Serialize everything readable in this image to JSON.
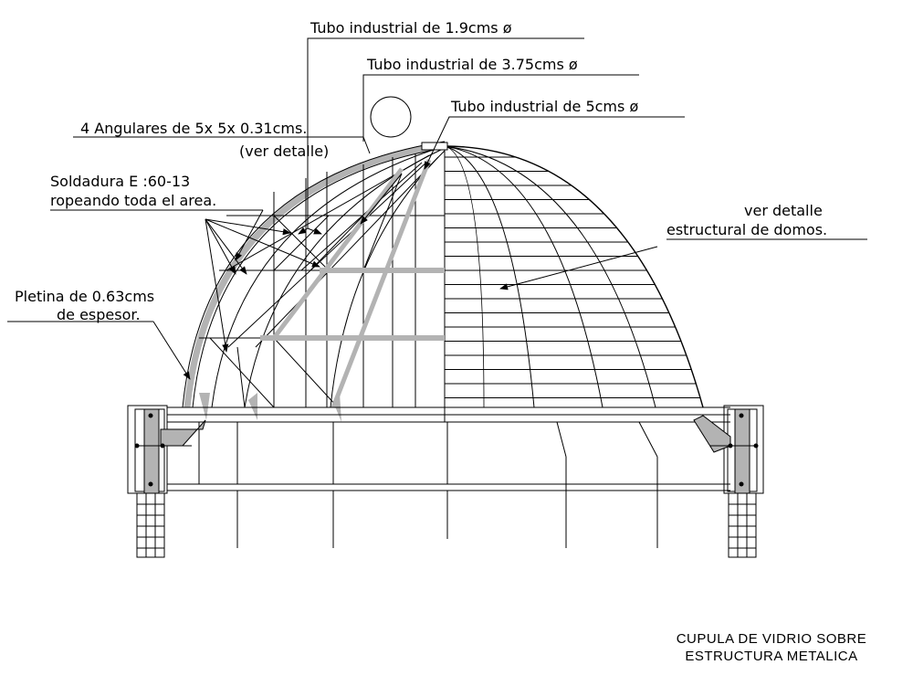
{
  "labels": {
    "tubo_19": "Tubo industrial de 1.9cms ø",
    "tubo_375": "Tubo industrial de 3.75cms ø",
    "tubo_5": "Tubo industrial de 5cms ø",
    "angulares": "4 Angulares de 5x 5x 0.31cms.",
    "ver_detalle": "(ver detalle)",
    "soldadura_1": "Soldadura E :60-13",
    "soldadura_2": "ropeando toda el area.",
    "detalle_1": "ver detalle",
    "detalle_2": "estructural de domos.",
    "pletina_1": "Pletina de 0.63cms",
    "pletina_2": "de espesor."
  },
  "title": {
    "line1": "CUPULA DE VIDRIO  SOBRE",
    "line2": "ESTRUCTURA METALICA"
  },
  "colors": {
    "line": "#000000",
    "steel_fill": "#b3b3b3",
    "background": "#ffffff"
  }
}
